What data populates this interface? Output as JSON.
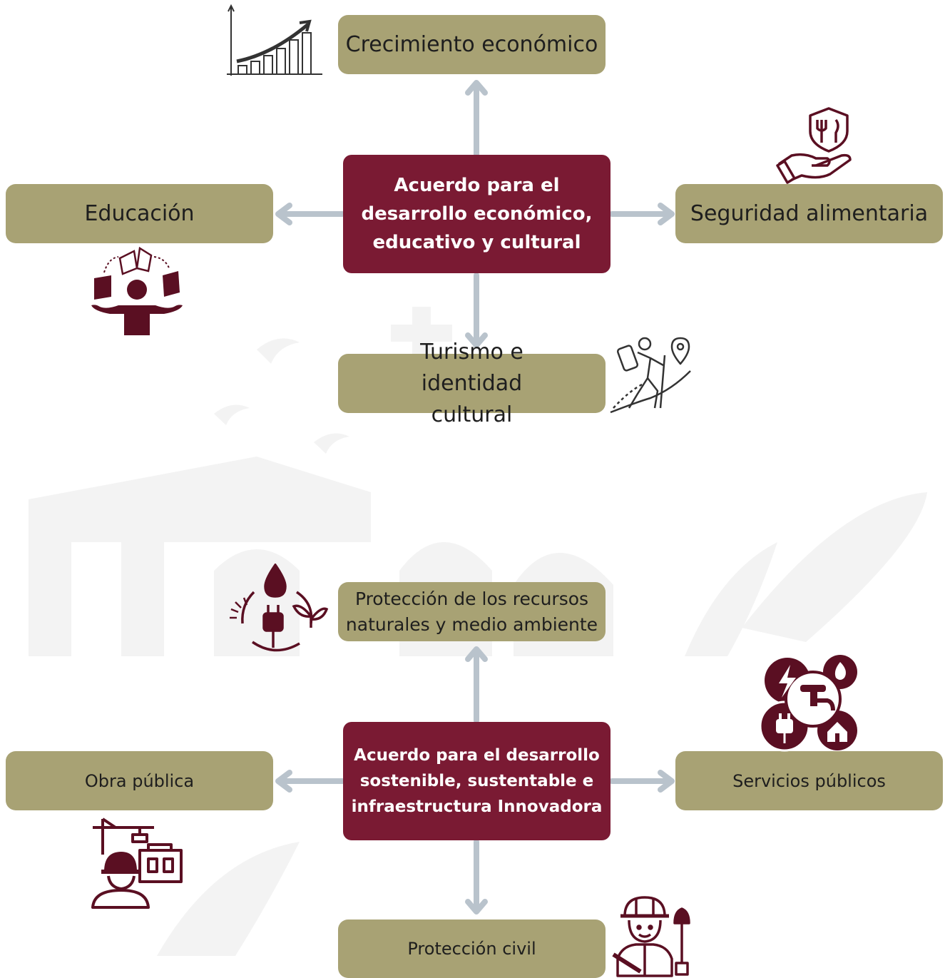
{
  "colors": {
    "tan_box": "#a8a274",
    "center_box": "#7a1a33",
    "arrow": "#b9c3cc",
    "icon": "#5a0f22",
    "watermark": "#f2f2f2"
  },
  "diagram1": {
    "center": "Acuerdo para el desarrollo económico, educativo y cultural",
    "top": "Crecimiento económico",
    "left": "Educación",
    "right": "Seguridad alimentaria",
    "bottom": "Turismo e identidad cultural"
  },
  "diagram2": {
    "center": "Acuerdo para el desarrollo sostenible, sustentable e infraestructura Innovadora",
    "top": "Protección de los recursos naturales y medio ambiente",
    "left": "Obra pública",
    "right": "Servicios públicos",
    "bottom": "Protección civil"
  },
  "icons": [
    "growth-chart-icon",
    "food-security-icon",
    "education-icon",
    "hiking-tourism-icon",
    "environment-cycle-icon",
    "public-services-icon",
    "construction-worker-icon",
    "civil-protection-worker-icon"
  ]
}
